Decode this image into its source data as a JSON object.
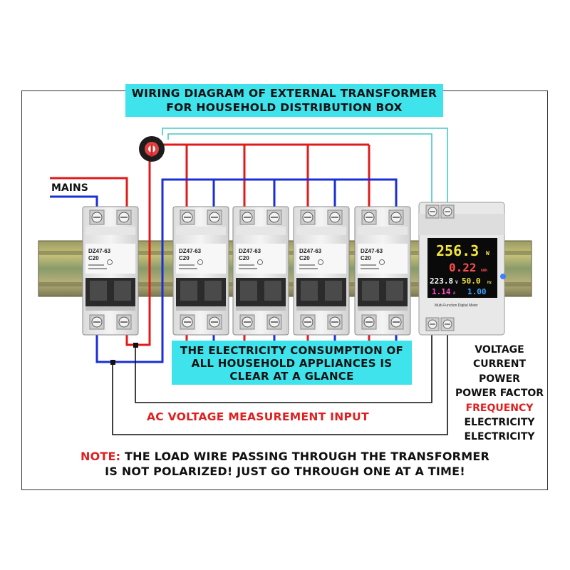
{
  "title": {
    "line1": "WIRING DIAGRAM OF EXTERNAL TRANSFORMER",
    "line2": "FOR HOUSEHOLD DISTRIBUTION BOX"
  },
  "mains_label": "MAINS",
  "info_banner": {
    "line1": "THE ELECTRICITY CONSUMPTION OF",
    "line2": "ALL HOUSEHOLD APPLIANCES IS",
    "line3": "CLEAR AT A GLANCE"
  },
  "ac_label": "AC VOLTAGE MEASUREMENT INPUT",
  "parameters": [
    "VOLTAGE",
    "CURRENT",
    "POWER",
    "POWER FACTOR",
    "FREQUENCY",
    "ELECTRICITY",
    "ELECTRICITY"
  ],
  "note": {
    "label": "NOTE:",
    "line1": " THE LOAD WIRE PASSING THROUGH THE TRANSFORMER",
    "line2": "IS NOT POLARIZED! JUST GO THROUGH ONE AT A TIME!"
  },
  "breaker": {
    "model": "DZ47-63",
    "rating": "C20"
  },
  "meter": {
    "power": "256.3",
    "power_unit": "W",
    "energy": "0.22",
    "energy_unit": "kWh",
    "voltage": "223.8",
    "voltage_unit": "V",
    "frequency": "50.0",
    "frequency_unit": "Hz",
    "current": "1.14",
    "current_unit": "A",
    "power_factor": "1.00",
    "caption": "Multi-Function Digital Meter"
  },
  "colors": {
    "live_wire": "#e01b1b",
    "neutral_wire": "#1a2fd6",
    "signal_wire": "#49c6c6",
    "banner": "#3fe3ec",
    "note_red": "#e02020"
  }
}
